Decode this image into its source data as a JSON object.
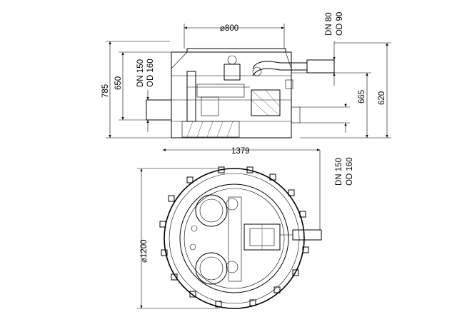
{
  "dimensions": {
    "top_diameter": "⌀800",
    "inlet_top": {
      "dn": "DN 80",
      "od": "OD 90"
    },
    "inlet_left": {
      "dn": "DN 150",
      "od": "OD 160"
    },
    "outlet_right": {
      "dn": "DN 150",
      "od": "OD 160"
    },
    "height_total": "785",
    "height_inlet": "650",
    "height_outlet_top": "665",
    "height_outlet": "620",
    "width_total": "1379",
    "plan_diameter": "⌀1200"
  }
}
